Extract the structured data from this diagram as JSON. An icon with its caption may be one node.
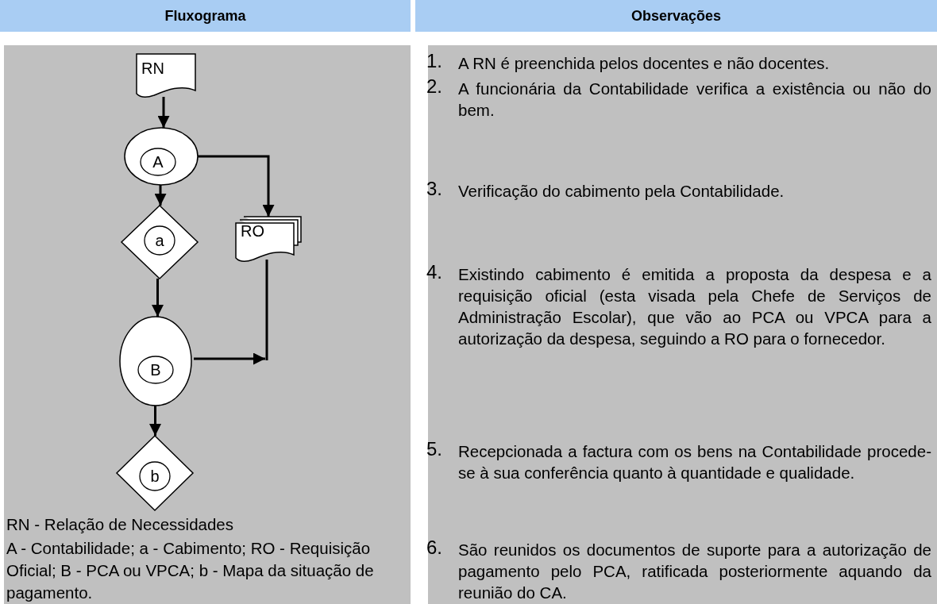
{
  "diagram": {
    "nodes": [
      {
        "text": [
          "Fluxograma"
        ]
      },
      {
        "text": [
          "RN"
        ],
        "in": 0
      },
      {
        "text": [
          "A"
        ],
        "in": 0
      },
      {
        "text": [
          "a"
        ],
        "in": 0
      },
      {
        "text": [
          "RO"
        ],
        "in": 0
      },
      {
        "text": [
          "B"
        ],
        "in": 0
      },
      {
        "text": [
          "b"
        ],
        "in": 0
      },
      {
        "text": [
          "Observações"
        ]
      }
    ],
    "edges": [
      {
        "from": 1,
        "to": 2,
        "arrow": "to"
      },
      {
        "from": 2,
        "to": 3,
        "arrow": "to"
      },
      {
        "from": 2,
        "to": 4,
        "arrow": "to"
      },
      {
        "from": 3,
        "to": 5,
        "arrow": "to"
      },
      {
        "from": 5,
        "to": null,
        "arrow": "to"
      },
      {
        "from": 5,
        "to": 6,
        "arrow": "to"
      },
      {
        "from": 4,
        "to": null,
        "arrow": "none"
      }
    ],
    "labels": [
      "RN - Relação de Necessidades",
      "A - Contabilidade; a - Cabimento; RO - Requisição Oficial; B - PCA ou VPCA; b - Mapa da situação de pagamento.",
      "1.",
      "A RN é preenchida pelos docentes e não docentes.",
      "2.",
      "A funcionária da Contabilidade verifica a existência ou não do bem.",
      "3.",
      "Verificação do cabimento pela Contabilidade.",
      "4.",
      "Existindo cabimento é emitida a proposta da despesa e a requisição oficial (esta visada pela Chefe de Serviços de Administração Escolar), que vão ao PCA ou VPCA para a autorização da despesa, seguindo a RO para o fornecedor.",
      "5.",
      "Recepcionada a factura com os bens na Contabilidade procede-se à sua conferência quanto à quantidade e qualidade.",
      "6.",
      "São reunidos os documentos de suporte para a autorização de pagamento pelo PCA, ratificada posteriormente aquando da reunião do CA."
    ]
  }
}
